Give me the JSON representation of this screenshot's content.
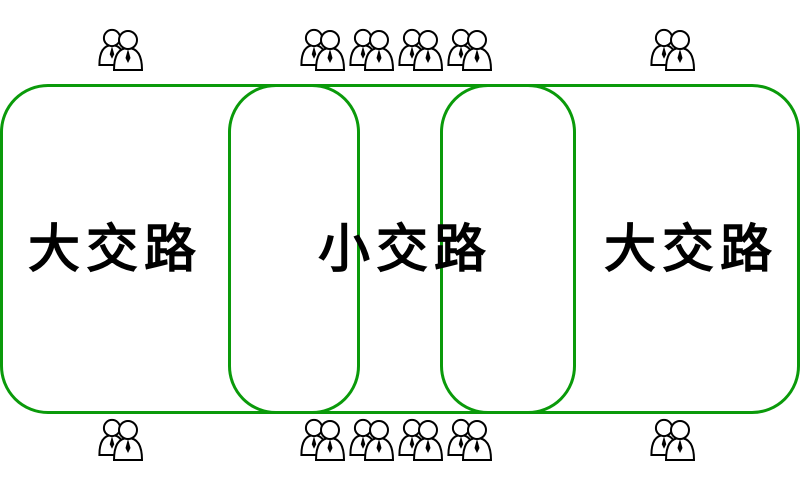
{
  "diagram": {
    "zones": [
      {
        "id": "left",
        "label": "大交路"
      },
      {
        "id": "middle",
        "label": "小交路"
      },
      {
        "id": "right",
        "label": "大交路"
      }
    ],
    "colors": {
      "zone_border": "#0a9a0a",
      "label": "#000000",
      "icon": "#000000"
    },
    "icons": {
      "top_row_count": 6,
      "bottom_row_count": 6,
      "icon_name": "people-pair-icon"
    }
  }
}
